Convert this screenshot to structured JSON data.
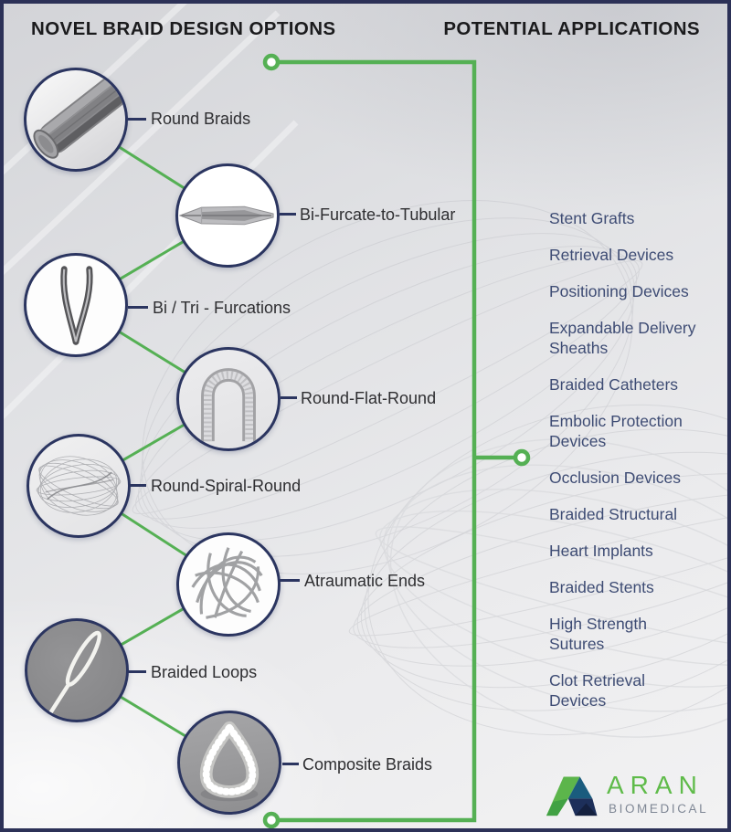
{
  "header": {
    "left_title": "NOVEL BRAID DESIGN OPTIONS",
    "right_title": "POTENTIAL APPLICATIONS"
  },
  "braid_options": {
    "items": [
      {
        "label": "Round Braids",
        "icon": "round-braid-rod"
      },
      {
        "label": "Bi-Furcate-to-Tubular",
        "icon": "bifurcate-to-tubular-braid"
      },
      {
        "label": "Bi / Tri - Furcations",
        "icon": "furcated-braid"
      },
      {
        "label": "Round-Flat-Round",
        "icon": "round-flat-round-loop"
      },
      {
        "label": "Round-Spiral-Round",
        "icon": "spiral-mesh-braid"
      },
      {
        "label": "Atraumatic Ends",
        "icon": "atraumatic-wire-ball"
      },
      {
        "label": "Braided Loops",
        "icon": "braided-loop"
      },
      {
        "label": "Composite Braids",
        "icon": "composite-braid-teardrop"
      }
    ]
  },
  "applications": {
    "items": [
      {
        "label": "Stent Grafts"
      },
      {
        "label": "Retrieval Devices"
      },
      {
        "label": "Positioning Devices"
      },
      {
        "label": "Expandable Delivery\nSheaths"
      },
      {
        "label": "Braided Catheters"
      },
      {
        "label": "Embolic Protection\nDevices"
      },
      {
        "label": "Occlusion Devices"
      },
      {
        "label": "Braided Structural"
      },
      {
        "label": "Heart Implants"
      },
      {
        "label": "Braided Stents"
      },
      {
        "label": "High Strength\nSutures"
      },
      {
        "label": "Clot Retrieval\nDevices"
      }
    ]
  },
  "logo": {
    "brand": "ARAN",
    "sub_brand": "BIOMEDICAL"
  },
  "colors": {
    "accent_green": "#55b054",
    "navy_outline": "#2b3560",
    "application_text": "#3e4c74",
    "title_text": "#1b1b1d",
    "logo_green": "#5fbb4a",
    "logo_teal": "#1a5c7e",
    "logo_navy": "#1d2f5a",
    "logo_text_gray": "#7f8795"
  }
}
